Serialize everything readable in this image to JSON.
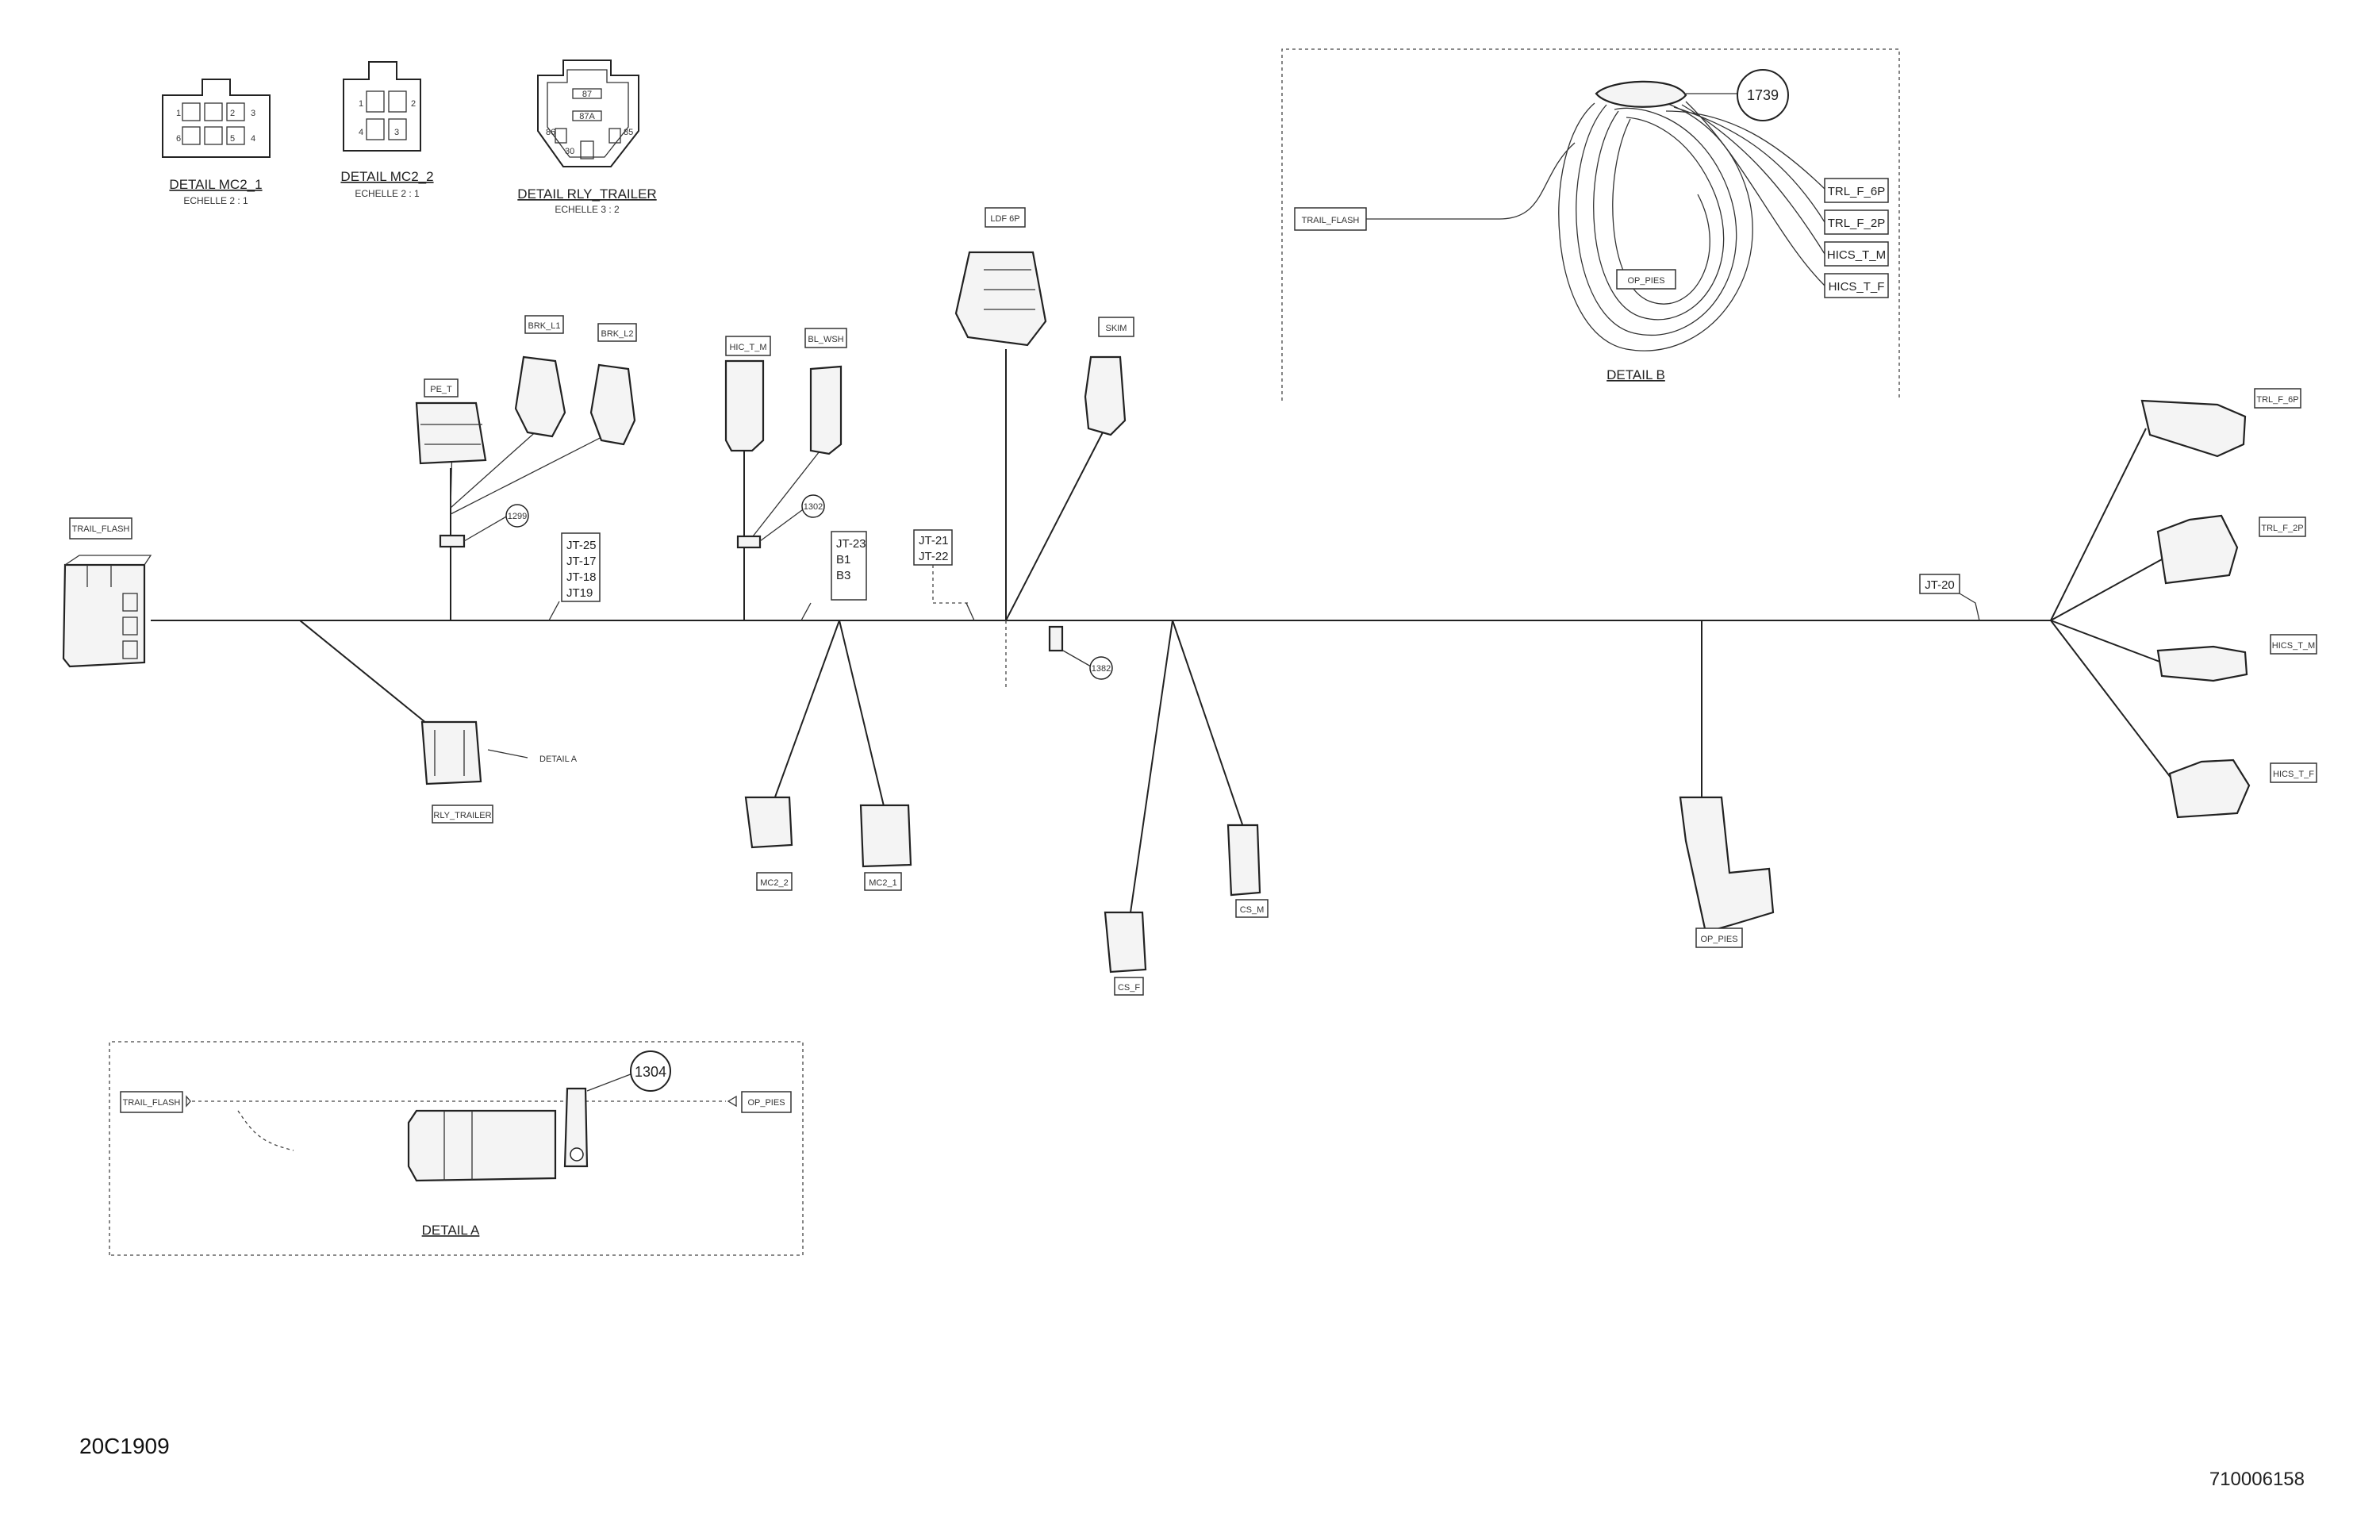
{
  "document": {
    "left_code": "20C1909",
    "right_code": "710006158"
  },
  "details": {
    "mc2_1": {
      "title": "DETAIL MC2_1",
      "scale": "ECHELLE 2 : 1",
      "pins": [
        "1",
        "2",
        "3",
        "4",
        "5",
        "6"
      ]
    },
    "mc2_2": {
      "title": "DETAIL MC2_2",
      "scale": "ECHELLE 2 : 1",
      "pins": [
        "1",
        "2",
        "3",
        "4"
      ]
    },
    "rly_trailer": {
      "title": "DETAIL RLY_TRAILER",
      "scale": "ECHELLE 3 : 2",
      "pins": [
        "87",
        "87A",
        "86",
        "85",
        "30"
      ]
    },
    "detail_a": {
      "title": "DETAIL A",
      "callout": "1304",
      "left_label": "TRAIL_FLASH",
      "right_label": "OP_PIES"
    },
    "detail_b": {
      "title": "DETAIL B",
      "callout": "1739",
      "source_label": "TRAIL_FLASH",
      "inner_label": "OP_PIES",
      "outputs": [
        "TRL_F_6P",
        "TRL_F_2P",
        "HICS_T_M",
        "HICS_T_F"
      ]
    }
  },
  "harness": {
    "connectors": {
      "trail_flash": "TRAIL_FLASH",
      "p_t": "PE_T",
      "brk_l1": "BRK_L1",
      "brk_l2": "BRK_L2",
      "hic_t_m": "HIC_T_M",
      "bl_wsh": "BL_WSH",
      "ldf": "LDF 6P",
      "skim": "SKIM",
      "rly_trailer": "RLY_TRAILER",
      "mc2_2": "MC2_2",
      "mc2_1": "MC2_1",
      "cs_f": "CS_F",
      "cs_m": "CS_M",
      "op_pies": "OP_PIES",
      "trl_f_6p": "TRL_F_6P",
      "trl_f_2p": "TRL_F_2P",
      "hics_t_m": "HICS_T_M",
      "hics_t_f": "HICS_T_F"
    },
    "splice_labels": {
      "group1": [
        "JT-25",
        "JT-17",
        "JT-18",
        "JT19"
      ],
      "group2": [
        "JT-23",
        "B1",
        "B3"
      ],
      "group3": [
        "JT-21",
        "JT-22"
      ],
      "group4": "JT-20"
    },
    "callouts": {
      "c1": "1299",
      "c2": "1302",
      "c3": "1382"
    },
    "detail_a_pointer": "DETAIL A"
  }
}
